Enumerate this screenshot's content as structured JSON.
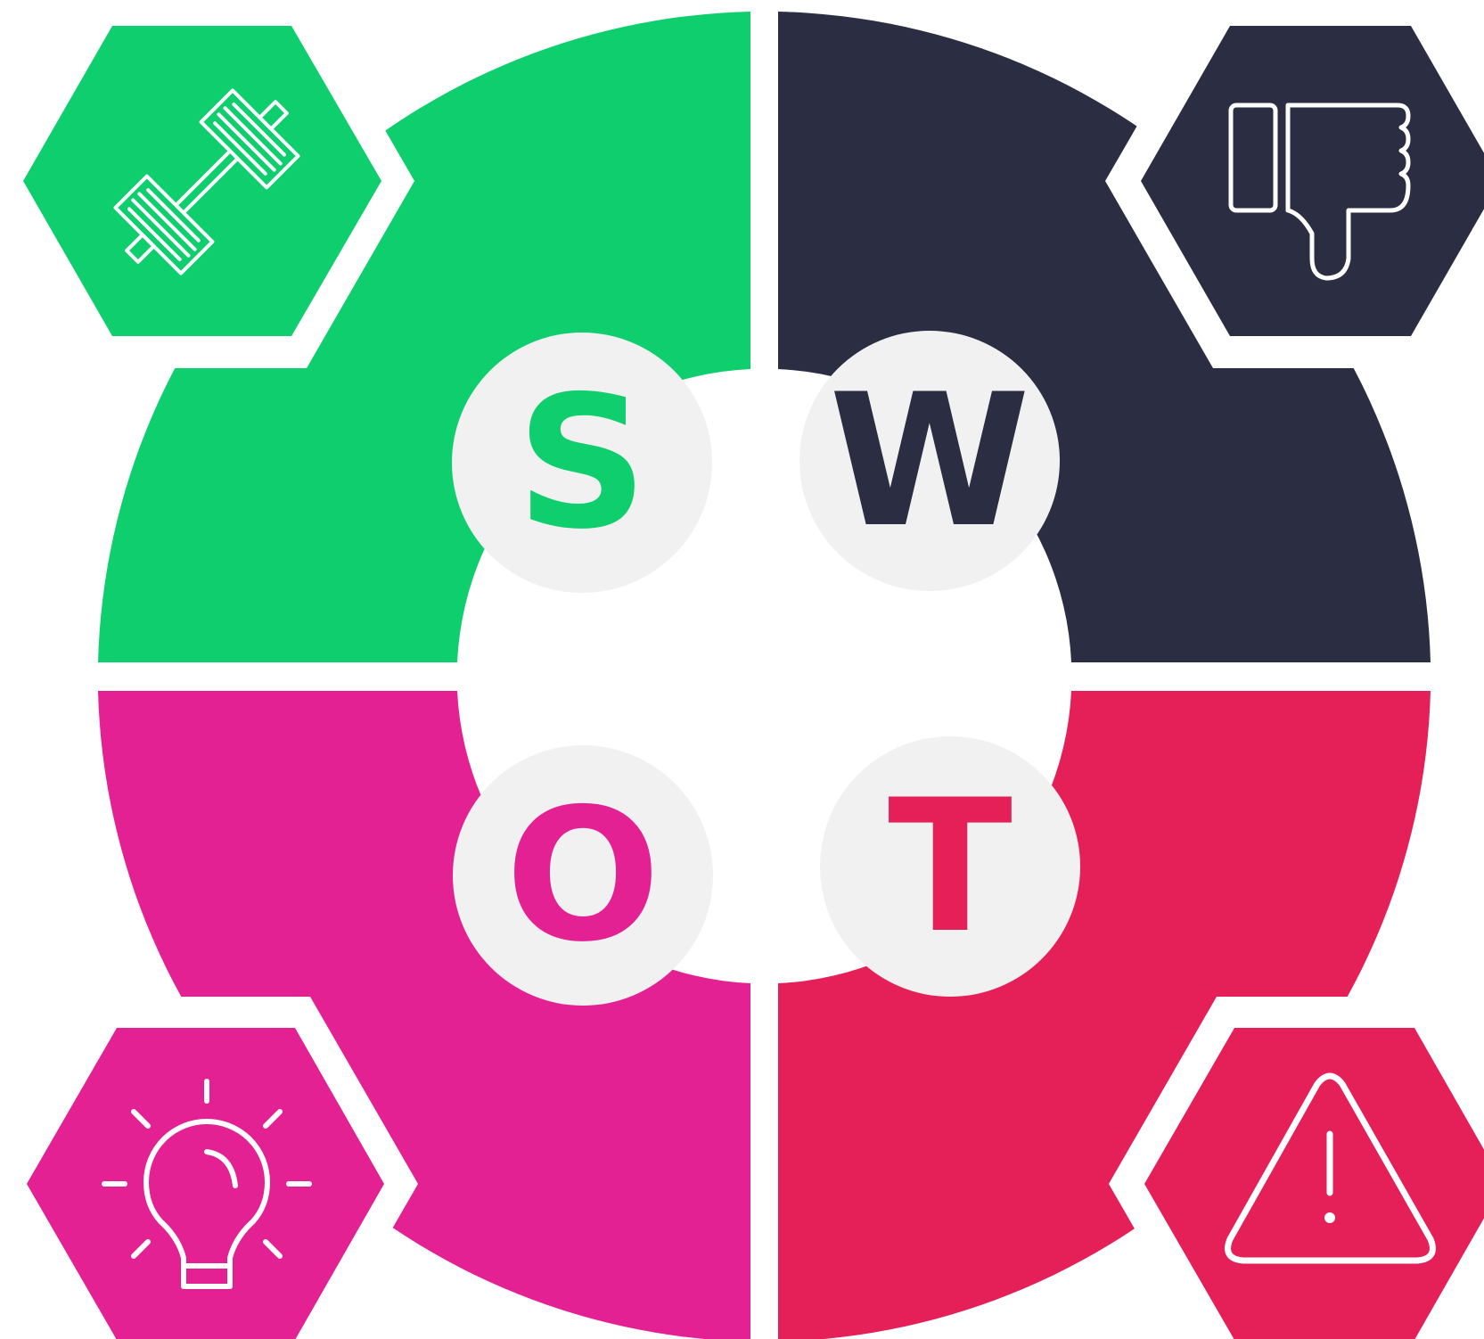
{
  "colors": {
    "strengths": "#0fce6e",
    "weaknesses": "#2b2d42",
    "opportunities": "#e42193",
    "threats": "#e52058",
    "circle_fill": "#f1f1f1",
    "icon_stroke": "#ffffff",
    "background": "#ffffff"
  },
  "quadrants": [
    {
      "key": "strengths",
      "letter": "S",
      "icon": "dumbbell-icon"
    },
    {
      "key": "weaknesses",
      "letter": "W",
      "icon": "thumbs-down-icon"
    },
    {
      "key": "opportunities",
      "letter": "O",
      "icon": "lightbulb-icon"
    },
    {
      "key": "threats",
      "letter": "T",
      "icon": "warning-triangle-icon"
    }
  ]
}
